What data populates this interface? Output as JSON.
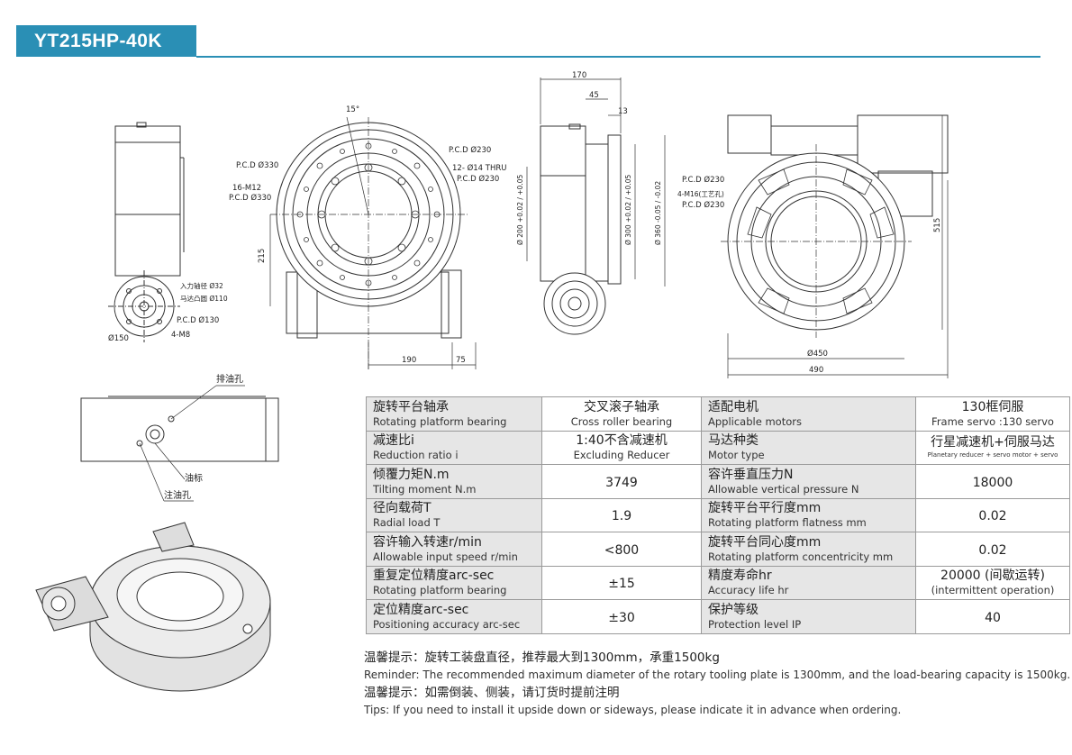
{
  "header": {
    "title": "YT215HP-40K"
  },
  "drawing": {
    "front_view": {
      "angle": "15°",
      "labels": [
        "P.C.D Ø330",
        "16-M12",
        "P.C.D Ø330",
        "P.C.D Ø230",
        "12- Ø14 THRU",
        "P.C.D Ø230"
      ],
      "dims": {
        "height": "215",
        "w1": "190",
        "w2": "75"
      }
    },
    "side_view": {
      "dims": {
        "w_total": "170",
        "w_mid": "45",
        "w_small": "13",
        "d200": "Ø 200 +0.02 / +0.05",
        "d300": "Ø 300 +0.02 / +0.05",
        "d360": "Ø 360 -0.05 / -0.02"
      }
    },
    "motor_view": {
      "labels": [
        "入力轴径 Ø32",
        "马达凸圆 Ø110",
        "P.C.D Ø130",
        "4-M8",
        "Ø150"
      ]
    },
    "top_view": {
      "labels": [
        "P.C.D Ø230",
        "4-M16(工艺孔)",
        "P.C.D Ø230"
      ],
      "dims": {
        "height": "515",
        "diameter": "Ø450",
        "width": "490"
      }
    },
    "oil_view": {
      "labels": [
        "排油孔",
        "油标",
        "注油孔"
      ]
    }
  },
  "spec_table": {
    "rows": [
      [
        {
          "zh": "旋转平台轴承",
          "en": "Rotating platform bearing"
        },
        {
          "zh": "交叉滚子轴承",
          "en": "Cross roller bearing"
        },
        {
          "zh": "适配电机",
          "en": "Applicable motors"
        },
        {
          "zh": "130框伺服",
          "en": "Frame servo :130 servo"
        }
      ],
      [
        {
          "zh": "减速比i",
          "en": "Reduction ratio i"
        },
        {
          "zh": "1:40不含减速机",
          "en": "Excluding Reducer"
        },
        {
          "zh": "马达种类",
          "en": "Motor type"
        },
        {
          "zh": "行星减速机+伺服马达",
          "en": "Planetary reducer + servo motor + servo"
        }
      ],
      [
        {
          "zh": "倾覆力矩N.m",
          "en": "Tilting moment N.m"
        },
        {
          "zh": "3749"
        },
        {
          "zh": "容许垂直压力N",
          "en": "Allowable vertical pressure N"
        },
        {
          "zh": "18000"
        }
      ],
      [
        {
          "zh": "径向载荷T",
          "en": "Radial load T"
        },
        {
          "zh": "1.9"
        },
        {
          "zh": "旋转平台平行度mm",
          "en": "Rotating platform flatness mm"
        },
        {
          "zh": "0.02"
        }
      ],
      [
        {
          "zh": "容许输入转速r/min",
          "en": "Allowable input speed r/min"
        },
        {
          "zh": "<800"
        },
        {
          "zh": "旋转平台同心度mm",
          "en": "Rotating platform concentricity mm"
        },
        {
          "zh": "0.02"
        }
      ],
      [
        {
          "zh": "重复定位精度arc-sec",
          "en": "Rotating platform bearing"
        },
        {
          "zh": "±15"
        },
        {
          "zh": "精度寿命hr",
          "en": "Accuracy life hr"
        },
        {
          "zh": "20000 (间歇运转)",
          "en": "(intermittent operation)"
        }
      ],
      [
        {
          "zh": "定位精度arc-sec",
          "en": "Positioning accuracy arc-sec"
        },
        {
          "zh": "±30"
        },
        {
          "zh": "保护等级",
          "en": "Protection level IP"
        },
        {
          "zh": "40"
        }
      ]
    ]
  },
  "notes": [
    "温馨提示：旋转工装盘直径，推荐最大到1300mm，承重1500kg",
    "Reminder: The recommended maximum diameter of the rotary tooling plate is 1300mm, and the load-bearing capacity is 1500kg.",
    "温馨提示：如需倒装、侧装，请订货时提前注明",
    "Tips: If you need to install it upside down or sideways, please indicate it in advance when ordering."
  ],
  "colors": {
    "accent": "#2a8fb5",
    "table_key_bg": "#e6e6e6",
    "table_border": "#9a9a9a"
  }
}
